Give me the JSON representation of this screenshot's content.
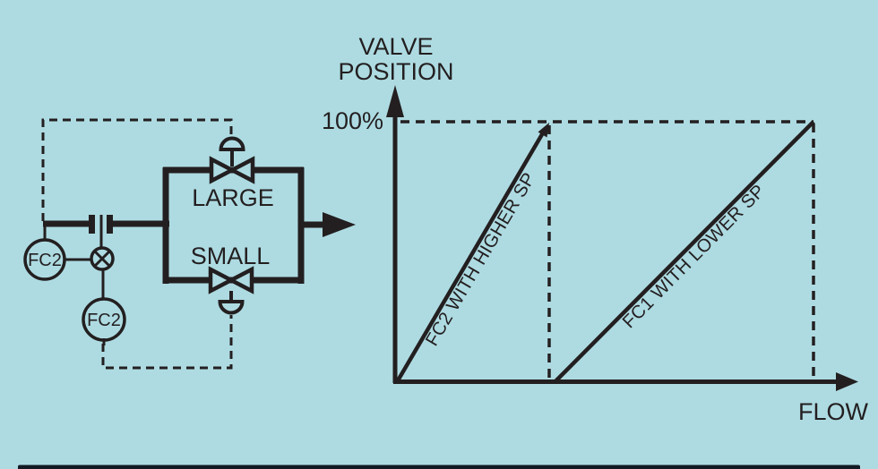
{
  "colors": {
    "background": "#aedbe2",
    "ink": "#231f20",
    "footer_bar": "#121a24"
  },
  "figure": {
    "schematic": {
      "controllers": {
        "primary": "FC2",
        "secondary": "FC2"
      },
      "valves": {
        "large": "LARGE",
        "small": "SMALL"
      }
    },
    "graph": {
      "y_title_1": "VALVE",
      "y_title_2": "POSITION",
      "y_100": "100%",
      "x_label": "FLOW",
      "fc2_label": "FC2 WITH HIGHER SP",
      "fc1_label": "FC1 WITH LOWER SP"
    }
  },
  "chart_data": {
    "type": "line",
    "title": "",
    "xlabel": "FLOW",
    "ylabel": "VALVE POSITION",
    "ylim": [
      0,
      100
    ],
    "xlim": [
      0,
      100
    ],
    "grid": false,
    "legend_position": "labels-along-lines",
    "series": [
      {
        "name": "FC2 WITH HIGHER SP",
        "points": [
          [
            0,
            0
          ],
          [
            35,
            100
          ]
        ]
      },
      {
        "name": "FC1 WITH LOWER SP",
        "points": [
          [
            36,
            0
          ],
          [
            95,
            100
          ]
        ]
      }
    ],
    "annotations": [
      {
        "type": "dashed-horizontal",
        "y": 100,
        "label": "100%"
      },
      {
        "type": "dashed-vertical",
        "x": 35
      },
      {
        "type": "dashed-vertical",
        "x": 95
      }
    ]
  }
}
